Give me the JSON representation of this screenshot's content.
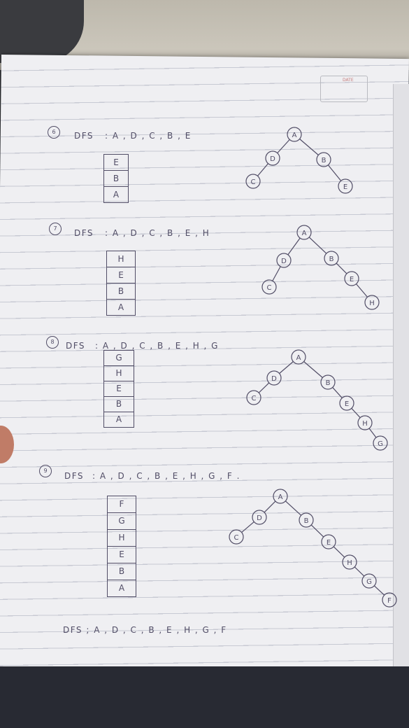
{
  "sections": [
    {
      "number": "6",
      "label": "DFS",
      "sequence": ": A , D , C , B , E",
      "stack": [
        "E",
        "B",
        "A"
      ],
      "nodes": [
        "A",
        "D",
        "C",
        "B",
        "E"
      ]
    },
    {
      "number": "7",
      "label": "DFS",
      "sequence": ": A , D , C , B , E , H",
      "stack": [
        "H",
        "E",
        "B",
        "A"
      ],
      "nodes": [
        "A",
        "D",
        "C",
        "B",
        "E",
        "H"
      ]
    },
    {
      "number": "8",
      "label": "DFS",
      "sequence": ": A , D , C , B , E , H , G",
      "stack": [
        "G",
        "H",
        "E",
        "B",
        "A"
      ],
      "nodes": [
        "A",
        "D",
        "C",
        "B",
        "E",
        "H",
        "G"
      ]
    },
    {
      "number": "9",
      "label": "DFS",
      "sequence": ": A , D , C , B , E , H , G , F .",
      "stack": [
        "F",
        "G",
        "H",
        "E",
        "B",
        "A"
      ],
      "nodes": [
        "A",
        "D",
        "C",
        "B",
        "E",
        "H",
        "G",
        "F"
      ]
    }
  ],
  "final_result": "DFS ; A , D , C , B , E , H , G , F",
  "date_label": "DATE"
}
